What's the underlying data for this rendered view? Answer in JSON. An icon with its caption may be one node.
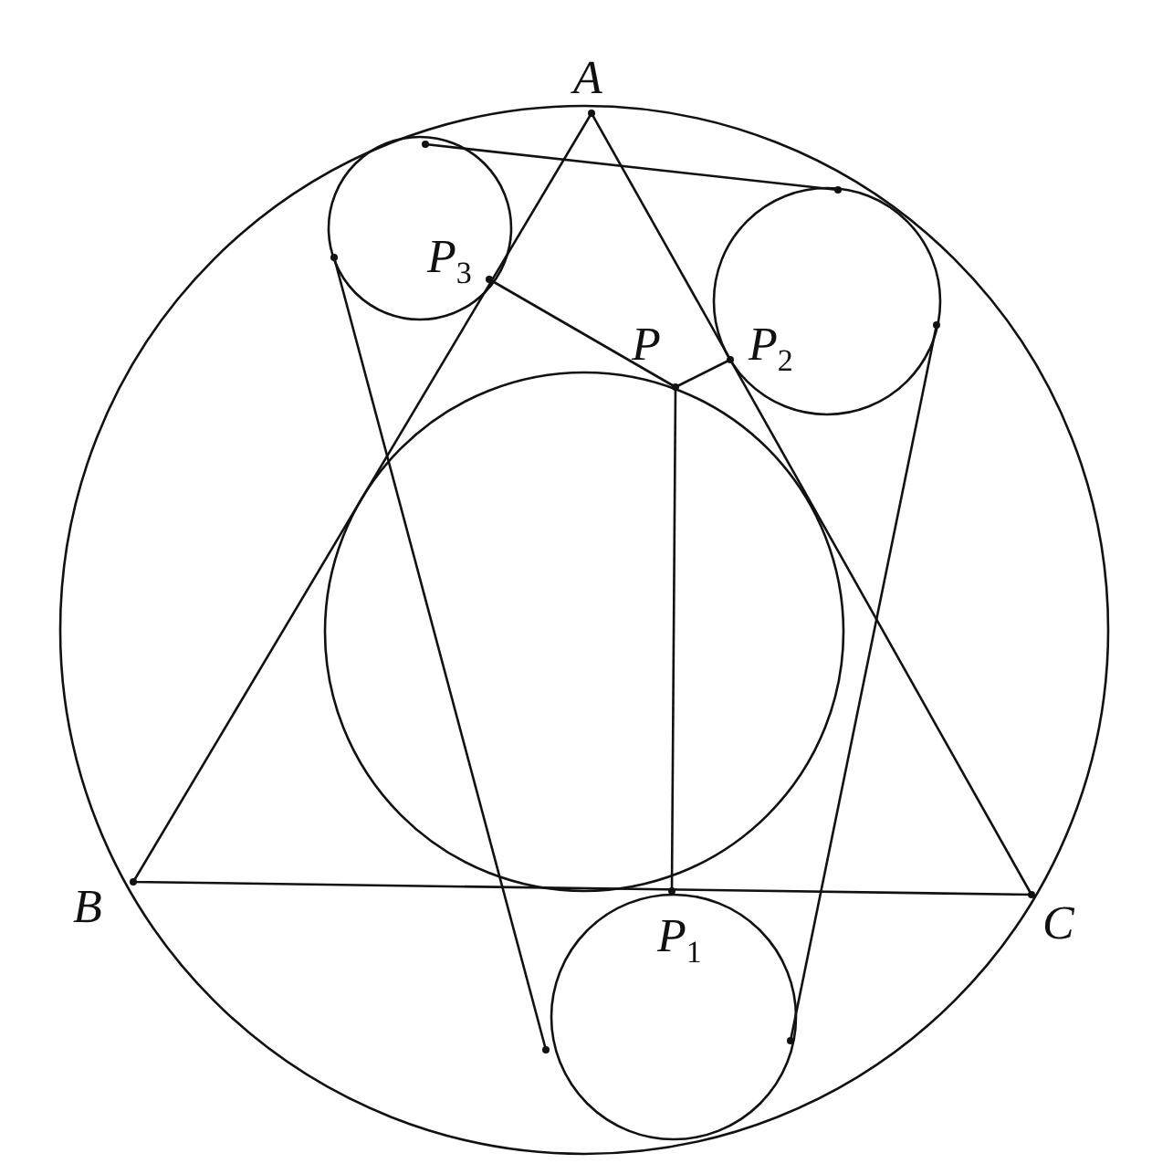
{
  "diagram": {
    "labels": [
      "A",
      "P$_{3}$",
      "P",
      "P$_{2}$",
      "B",
      "C",
      "P$_{1}$"
    ]
  }
}
